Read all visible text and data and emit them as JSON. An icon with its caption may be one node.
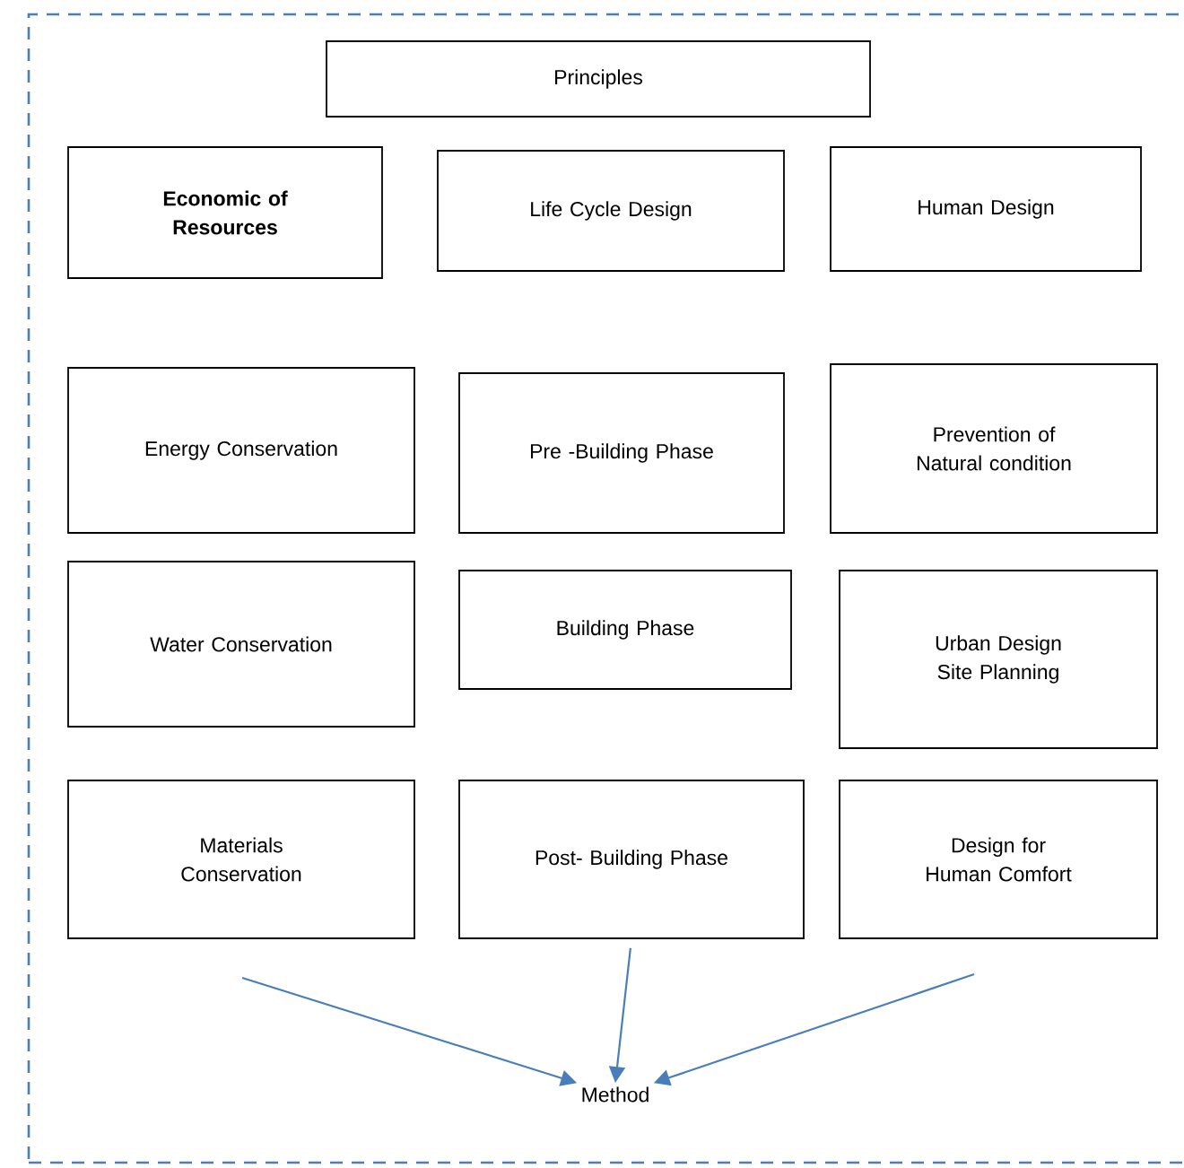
{
  "diagram": {
    "nodes": [
      {
        "text": [
          "Principles"
        ]
      },
      {
        "text": [
          "Economic of Resources"
        ]
      },
      {
        "text": [
          "Life Cycle Design"
        ]
      },
      {
        "text": [
          "Human Design"
        ]
      },
      {
        "text": [
          "Energy Conservation"
        ]
      },
      {
        "text": [
          "Pre -Building Phase"
        ]
      },
      {
        "text": [
          "Prevention of Natural condition"
        ]
      },
      {
        "text": [
          "Water Conservation"
        ]
      },
      {
        "text": [
          "Building Phase"
        ]
      },
      {
        "text": [
          "Urban Design Site Planning"
        ]
      },
      {
        "text": [
          "Materials Conservation"
        ]
      },
      {
        "text": [
          "Post- Building Phase"
        ]
      },
      {
        "text": [
          "Design for Human Comfort"
        ]
      },
      {
        "text": [
          "Method"
        ]
      }
    ],
    "edges": [
      {
        "from": null,
        "to": 13,
        "arrow": "to"
      },
      {
        "from": 11,
        "to": 13,
        "arrow": "to"
      },
      {
        "from": null,
        "to": 13,
        "arrow": "to"
      }
    ]
  }
}
